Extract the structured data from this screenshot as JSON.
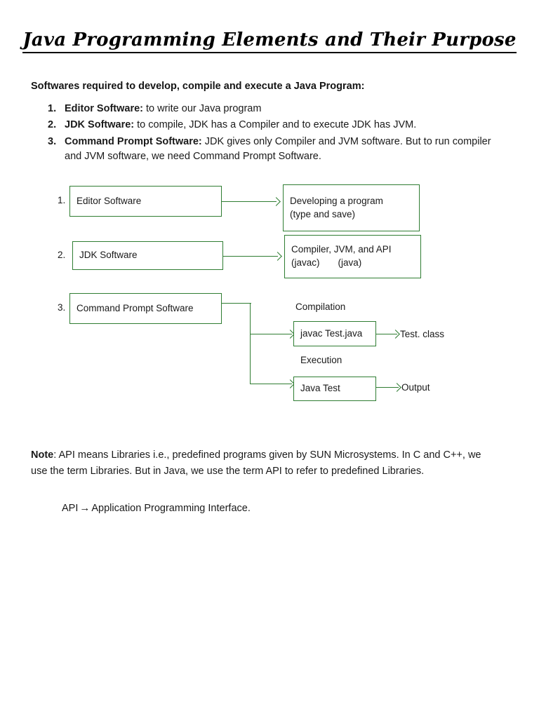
{
  "document": {
    "title": "Java Programming Elements and Their Purpose",
    "intro": "Softwares required to develop, compile and execute a Java Program:",
    "requirements": [
      {
        "num": "1.",
        "term": "Editor Software:",
        "desc": " to write our Java program"
      },
      {
        "num": "2.",
        "term": "JDK Software:",
        "desc": " to compile, JDK has a Compiler and to execute JDK has JVM."
      },
      {
        "num": "3.",
        "term": "Command Prompt Software:",
        "desc": " JDK gives only Compiler and JVM software. But to run compiler and JVM software, we need Command Prompt Software."
      }
    ],
    "note": {
      "label": "Note",
      "body": ": API means Libraries i.e., predefined programs given by SUN Microsystems. In  C and C++, we use the term Libraries. But in Java, we use the term API to refer to predefined Libraries.",
      "api_term": "API",
      "api_arrow": "→",
      "api_expansion": "Application Programming Interface."
    }
  },
  "diagram": {
    "accent_color": "#2f7d32",
    "rows": [
      {
        "num": "1.",
        "source": "Editor Software",
        "target_line1": "Developing a program",
        "target_line2": "(type and save)"
      },
      {
        "num": "2.",
        "source": "JDK Software",
        "target_line1": "Compiler, JVM, and API",
        "target_line2_a": "(javac)",
        "target_line2_b": "(java)"
      },
      {
        "num": "3.",
        "source": "Command Prompt Software"
      }
    ],
    "branches": [
      {
        "label": "Compilation",
        "box": "javac Test.java",
        "output": "Test. class"
      },
      {
        "label": "Execution",
        "box": "Java Test",
        "output": "Output"
      }
    ]
  }
}
